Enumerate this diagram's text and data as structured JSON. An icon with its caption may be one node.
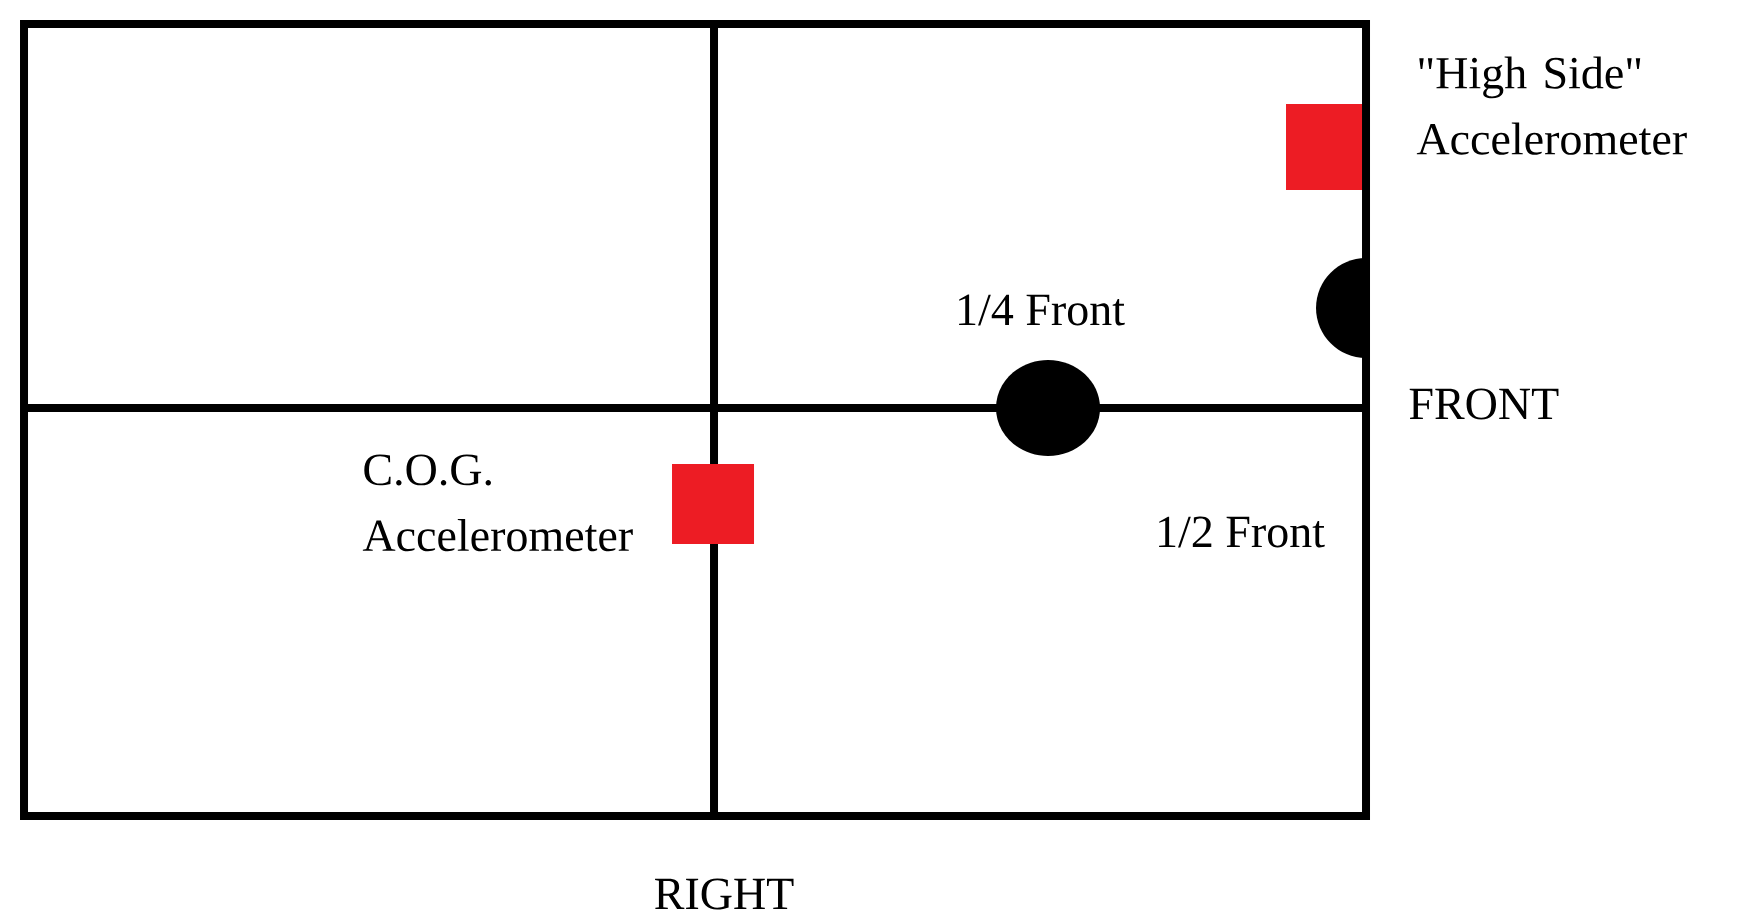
{
  "diagram": {
    "labels": [
      "\"High Side\" Accelerometer",
      "1/4 Front",
      "FRONT",
      "C.O.G. Accelerometer",
      "1/2 Front",
      "RIGHT"
    ]
  }
}
